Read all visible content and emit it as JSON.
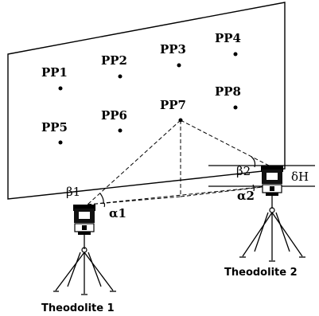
{
  "points": [
    {
      "id": "pp1",
      "label": "PP1"
    },
    {
      "id": "pp2",
      "label": "PP2"
    },
    {
      "id": "pp3",
      "label": "PP3"
    },
    {
      "id": "pp4",
      "label": "PP4"
    },
    {
      "id": "pp5",
      "label": "PP5"
    },
    {
      "id": "pp6",
      "label": "PP6"
    },
    {
      "id": "pp7",
      "label": "PP7"
    },
    {
      "id": "pp8",
      "label": "PP8"
    }
  ],
  "angles": {
    "beta1": "β1",
    "alpha1": "α1",
    "beta2": "β2",
    "alpha2": "α2",
    "delta_h": "δH"
  },
  "theodolites": {
    "t1": "Theodolite 1",
    "t2": "Theodolite 2"
  }
}
